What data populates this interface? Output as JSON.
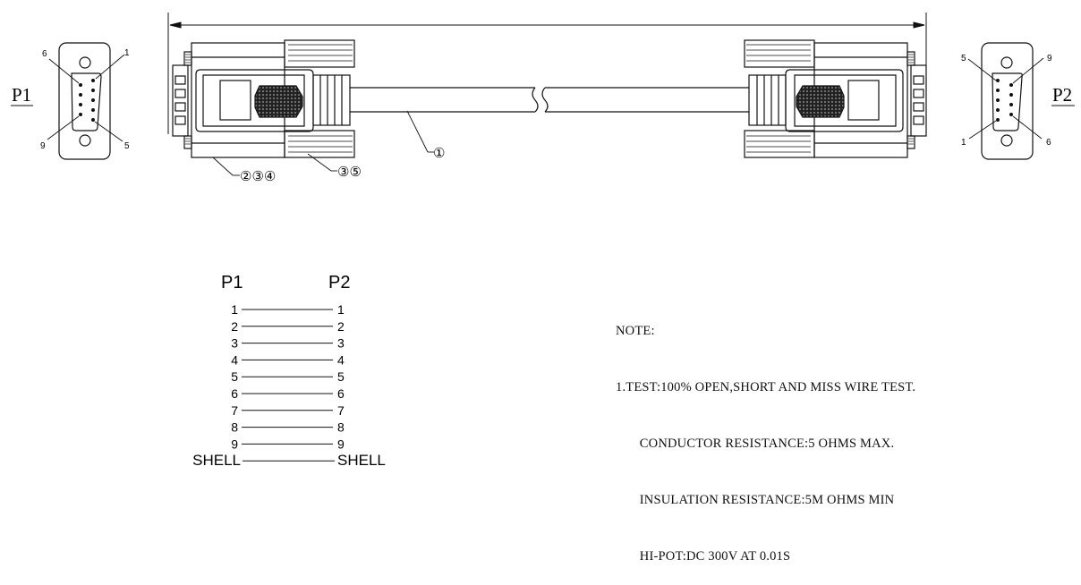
{
  "connectors": {
    "left_label": "P1",
    "right_label": "P2",
    "left_face_pins": {
      "top_left": "6",
      "top_right": "1",
      "bottom_left": "9",
      "bottom_right": "5"
    },
    "right_face_pins": {
      "top_left": "5",
      "top_right": "9",
      "bottom_left": "1",
      "bottom_right": "6"
    }
  },
  "callouts": {
    "cable": "①",
    "housing": "②③④",
    "screw": "③⑤"
  },
  "wiring": {
    "header_left": "P1",
    "header_right": "P2",
    "rows": [
      {
        "left": "1",
        "right": "1"
      },
      {
        "left": "2",
        "right": "2"
      },
      {
        "left": "3",
        "right": "3"
      },
      {
        "left": "4",
        "right": "4"
      },
      {
        "left": "5",
        "right": "5"
      },
      {
        "left": "6",
        "right": "6"
      },
      {
        "left": "7",
        "right": "7"
      },
      {
        "left": "8",
        "right": "8"
      },
      {
        "left": "9",
        "right": "9"
      },
      {
        "left": "SHELL",
        "right": "SHELL"
      }
    ]
  },
  "note": {
    "title": "NOTE:",
    "lines": [
      "1.TEST:100% OPEN,SHORT AND MISS WIRE TEST.",
      "       CONDUCTOR RESISTANCE:5 OHMS MAX.",
      "       INSULATION RESISTANCE:5M OHMS MIN",
      "       HI-POT:DC 300V AT 0.01S"
    ]
  }
}
